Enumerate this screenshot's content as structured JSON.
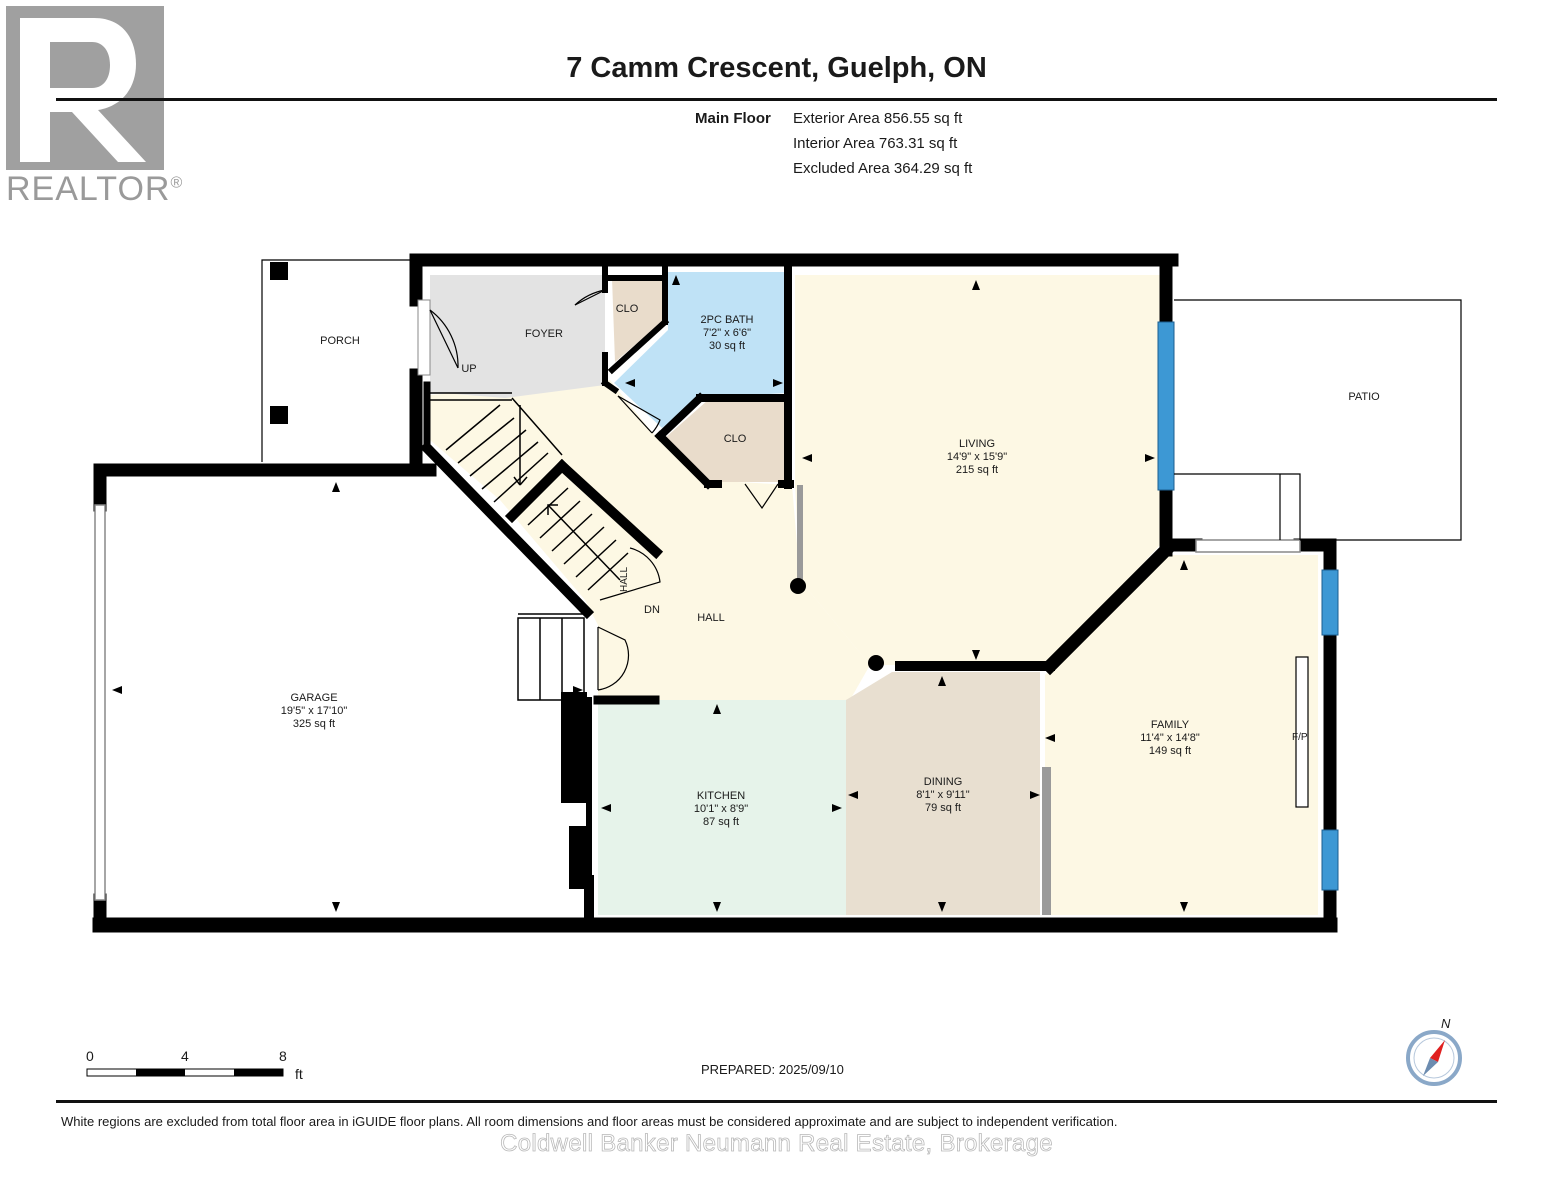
{
  "header": {
    "title": "7 Camm Crescent, Guelph, ON",
    "floor_name": "Main Floor",
    "exterior_area": "Exterior Area 856.55 sq ft",
    "interior_area": "Interior Area 763.31 sq ft",
    "excluded_area": "Excluded Area 364.29 sq ft"
  },
  "logo": {
    "name": "realtor-logo",
    "text": "REALTOR",
    "mark": "®"
  },
  "rooms": {
    "porch": {
      "name": "PORCH"
    },
    "foyer": {
      "name": "FOYER"
    },
    "clo_top": {
      "name": "CLO"
    },
    "bath": {
      "name": "2PC BATH",
      "dims": "7'2\" x 6'6\"",
      "area": "30 sq ft"
    },
    "clo_mid": {
      "name": "CLO"
    },
    "living": {
      "name": "LIVING",
      "dims": "14'9\" x 15'9\"",
      "area": "215 sq ft"
    },
    "patio": {
      "name": "PATIO"
    },
    "garage": {
      "name": "GARAGE",
      "dims": "19'5\" x 17'10\"",
      "area": "325 sq ft"
    },
    "hall": {
      "name": "HALL"
    },
    "hall_small": {
      "name": "HALL"
    },
    "kitchen": {
      "name": "KITCHEN",
      "dims": "10'1\" x 8'9\"",
      "area": "87 sq ft"
    },
    "dining": {
      "name": "DINING",
      "dims": "8'1\" x 9'11\"",
      "area": "79 sq ft"
    },
    "family": {
      "name": "FAMILY",
      "dims": "11'4\" x 14'8\"",
      "area": "149 sq ft"
    }
  },
  "labels": {
    "up": "UP",
    "dn": "DN",
    "fireplace": "F/P"
  },
  "scale": {
    "zero": "0",
    "mid": "4",
    "max": "8",
    "unit": "ft"
  },
  "compass": {
    "north": "N"
  },
  "footer": {
    "prepared": "PREPARED: 2025/09/10",
    "disclaimer": "White regions are excluded from total floor area in iGUIDE floor plans. All room dimensions and floor areas must be considered approximate and are subject to independent verification.",
    "watermark": "Coldwell Banker Neumann Real Estate, Brokerage"
  },
  "colors": {
    "wall": "#000000",
    "hall": "#fdf8e4",
    "foyer": "#e3e3e3",
    "bath": "#bfe2f6",
    "closet": "#e9dccb",
    "kitchen": "#e6f3ea",
    "dining": "#e8dfd0",
    "window": "#3d98d4"
  }
}
